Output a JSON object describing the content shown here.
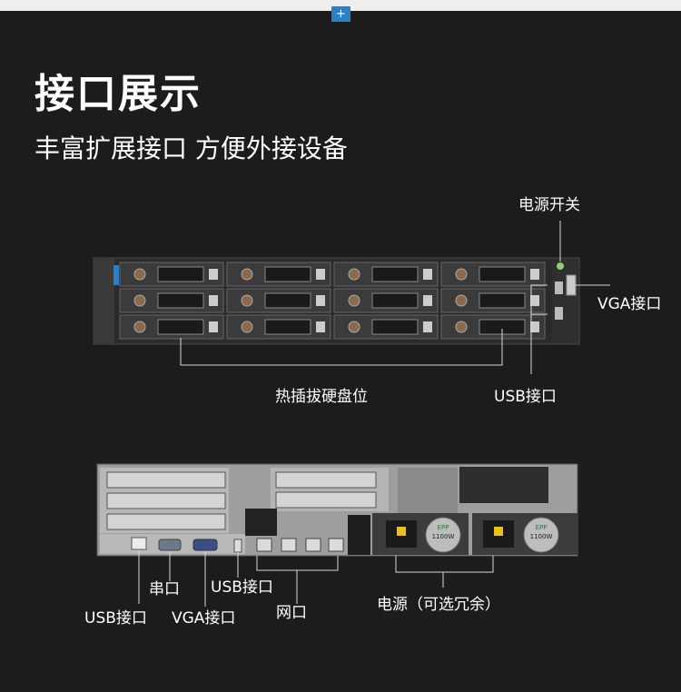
{
  "toolbar": {
    "add_label": "+"
  },
  "header": {
    "title": "接口展示",
    "subtitle": "丰富扩展接口 方便外接设备"
  },
  "front_labels": {
    "power_switch": "电源开关",
    "vga": "VGA接口",
    "hot_swap": "热插拔硬盘位",
    "usb": "USB接口"
  },
  "rear_labels": {
    "usb_left": "USB接口",
    "serial": "串口",
    "vga": "VGA接口",
    "usb_mid": "USB接口",
    "network": "网口",
    "power": "电源（可选冗余）"
  },
  "psu_badges": [
    "EPP",
    "1100W",
    "EPP",
    "1100W"
  ],
  "colors": {
    "background": "#1c1c1c",
    "topbar": "#eeeeee",
    "accent": "#2a7fc9"
  }
}
